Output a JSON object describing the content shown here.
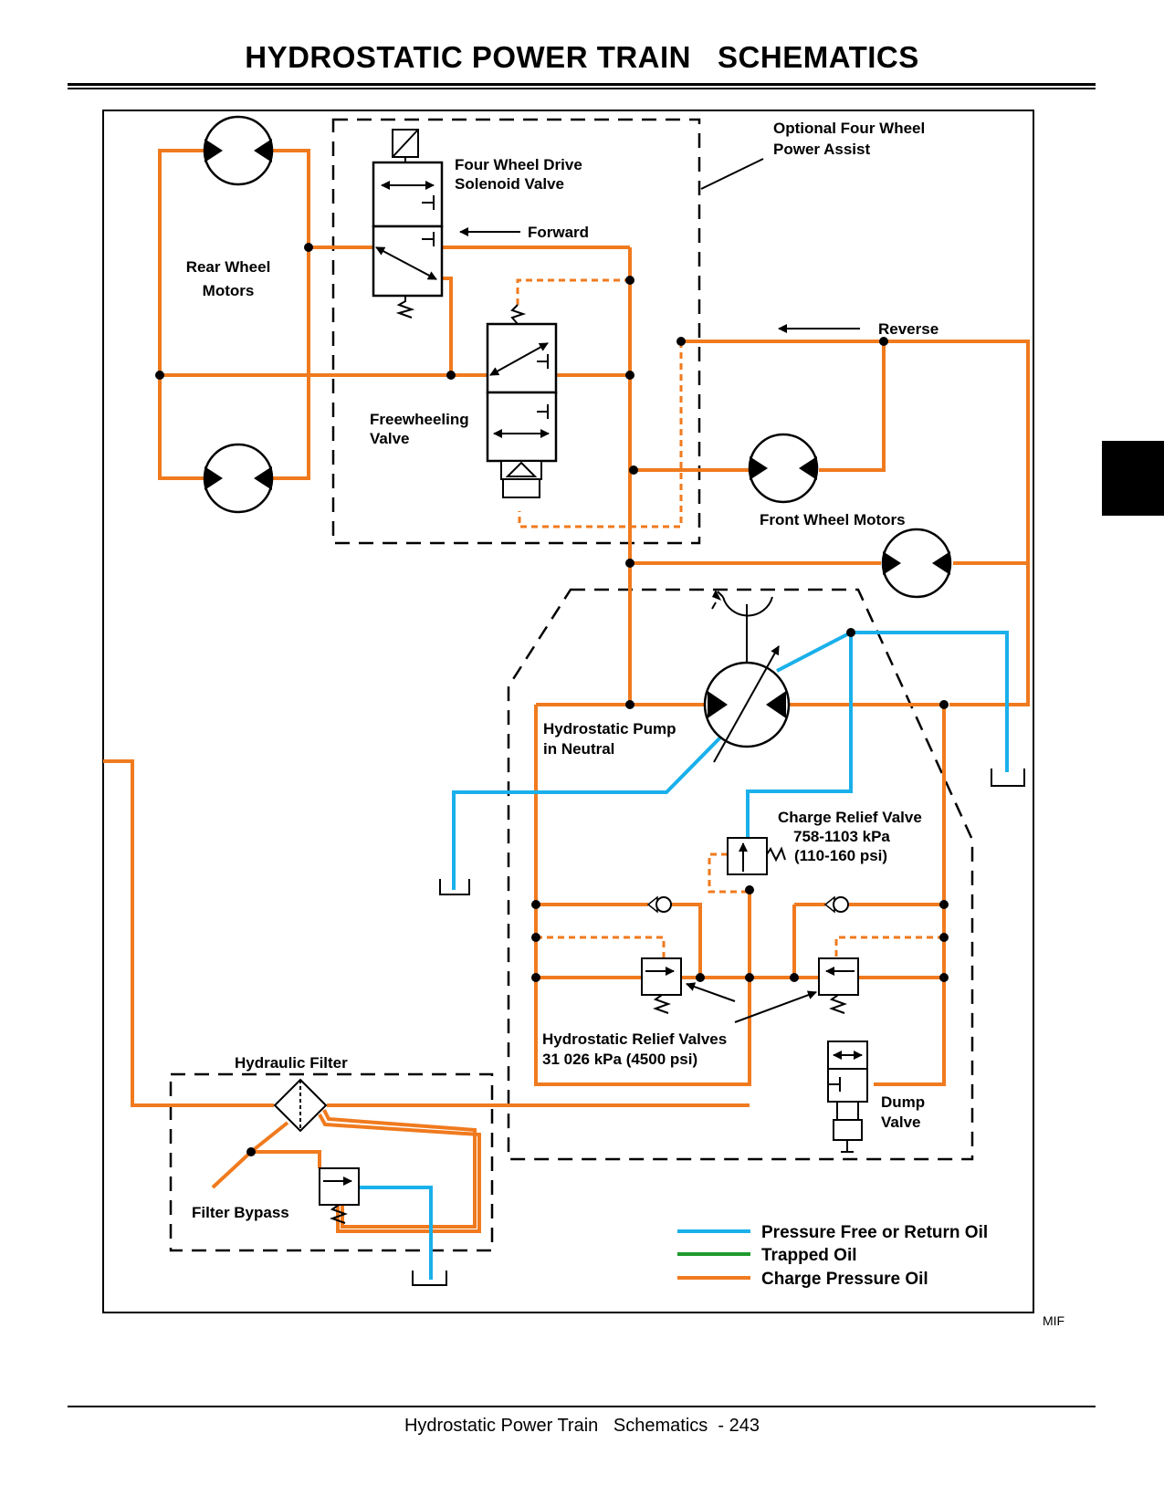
{
  "header": {
    "title": "HYDROSTATIC POWER TRAIN   SCHEMATICS"
  },
  "footer": {
    "text": "Hydrostatic Power Train   Schematics  - 243"
  },
  "labels": {
    "optional_four_wheel": [
      "Optional Four Wheel",
      "Power Assist"
    ],
    "four_wheel_solenoid": [
      "Four Wheel Drive",
      "Solenoid Valve"
    ],
    "forward": "Forward",
    "reverse": "Reverse",
    "rear_wheel_motors": [
      "Rear Wheel",
      "Motors"
    ],
    "freewheeling_valve": [
      "Freewheeling",
      "Valve"
    ],
    "front_wheel_motors": "Front Wheel Motors",
    "hydrostatic_pump": [
      "Hydrostatic Pump",
      "in Neutral"
    ],
    "charge_relief_valve": [
      "Charge Relief Valve",
      "758-1103 kPa",
      "(110-160 psi)"
    ],
    "hydrostatic_relief_valves": [
      "Hydrostatic Relief Valves",
      "31 026 kPa (4500 psi)"
    ],
    "dump_valve": [
      "Dump",
      "Valve"
    ],
    "hydraulic_filter": "Hydraulic Filter",
    "filter_bypass": "Filter Bypass",
    "mif": "MIF"
  },
  "legend": [
    {
      "label": "Pressure Free or Return Oil",
      "color": "#1ab0ea"
    },
    {
      "label": "Trapped Oil",
      "color": "#1f9a2c"
    },
    {
      "label": "Charge Pressure Oil",
      "color": "#f07a1e"
    }
  ],
  "colors": {
    "charge_pressure": "#f07a1e",
    "return_oil": "#1ab0ea",
    "trapped_oil": "#1f9a2c"
  }
}
